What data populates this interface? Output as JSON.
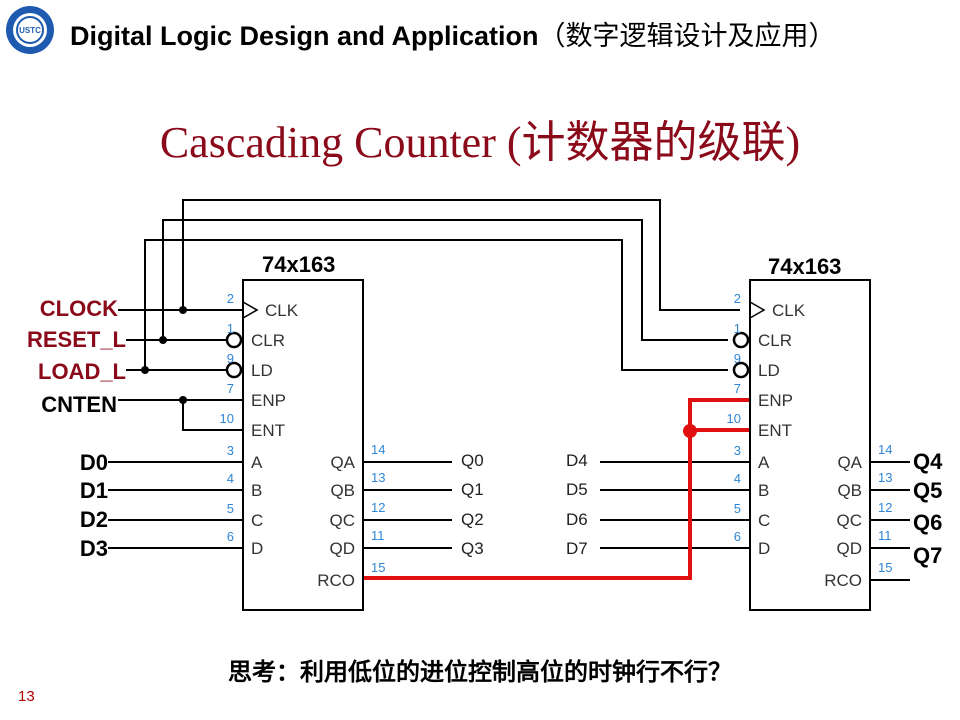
{
  "header": {
    "title": "Digital Logic Design and Application",
    "title_cn": "（数字逻辑设计及应用）",
    "logo_text": "USTC"
  },
  "main_title": "Cascading Counter (计数器的级联)",
  "chips": [
    {
      "name": "74x163"
    },
    {
      "name": "74x163"
    }
  ],
  "pins": {
    "left_inputs": [
      {
        "num": "2",
        "label": "CLK"
      },
      {
        "num": "1",
        "label": "CLR"
      },
      {
        "num": "9",
        "label": "LD"
      },
      {
        "num": "7",
        "label": "ENP"
      },
      {
        "num": "10",
        "label": "ENT"
      },
      {
        "num": "3",
        "label": "A"
      },
      {
        "num": "4",
        "label": "B"
      },
      {
        "num": "5",
        "label": "C"
      },
      {
        "num": "6",
        "label": "D"
      }
    ],
    "right_outputs": [
      {
        "num": "14",
        "label": "QA"
      },
      {
        "num": "13",
        "label": "QB"
      },
      {
        "num": "12",
        "label": "QC"
      },
      {
        "num": "11",
        "label": "QD"
      },
      {
        "num": "15",
        "label": "RCO"
      }
    ]
  },
  "signals": {
    "left_control": [
      "CLOCK",
      "RESET_L",
      "LOAD_L",
      "CNTEN"
    ],
    "left_data": [
      "D0",
      "D1",
      "D2",
      "D3"
    ],
    "mid_outputs": [
      "Q0",
      "Q1",
      "Q2",
      "Q3"
    ],
    "mid_inputs": [
      "D4",
      "D5",
      "D6",
      "D7"
    ],
    "right_outputs": [
      "Q4",
      "Q5",
      "Q6",
      "Q7"
    ]
  },
  "question": "思考：利用低位的进位控制高位的时钟行不行？",
  "page_number": "13",
  "colors": {
    "title_red": "#8b0a1a",
    "signal_red": "#8b0a1a",
    "pin_number_blue": "#2f86d6",
    "carry_wire_red": "#e01010",
    "wire": "#000000"
  }
}
